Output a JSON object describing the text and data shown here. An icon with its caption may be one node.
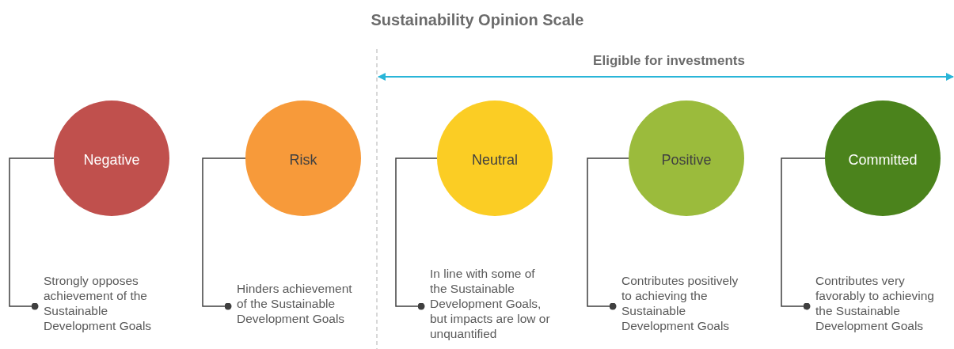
{
  "diagram": {
    "title": "Sustainability Opinion Scale",
    "nodes": [
      {
        "text": [
          "Negative"
        ]
      },
      {
        "text": [
          "Risk"
        ]
      },
      {
        "text": [
          "Neutral"
        ]
      },
      {
        "text": [
          "Positive"
        ]
      },
      {
        "text": [
          "Committed"
        ]
      },
      {
        "text": [
          "Strongly opposes achievement of the Sustainable Development Goals"
        ]
      },
      {
        "text": [
          "Hinders achievement of the Sustainable Development Goals"
        ]
      },
      {
        "text": [
          "In line with some of the Sustainable Development Goals, but impacts are low or unquantified"
        ]
      },
      {
        "text": [
          "Contributes positively to achieving the Sustainable Development Goals"
        ]
      },
      {
        "text": [
          "Contributes very favorably to achieving the Sustainable Development Goals"
        ]
      }
    ],
    "edges": [
      {
        "from": 0,
        "to": 5,
        "arrow": "other"
      },
      {
        "from": 1,
        "to": 6,
        "arrow": "other"
      },
      {
        "from": 2,
        "to": 7,
        "arrow": "other"
      },
      {
        "from": 3,
        "to": 8,
        "arrow": "other"
      },
      {
        "from": 4,
        "to": 9,
        "arrow": "other"
      }
    ],
    "labels": [
      "Eligible for investments"
    ]
  }
}
